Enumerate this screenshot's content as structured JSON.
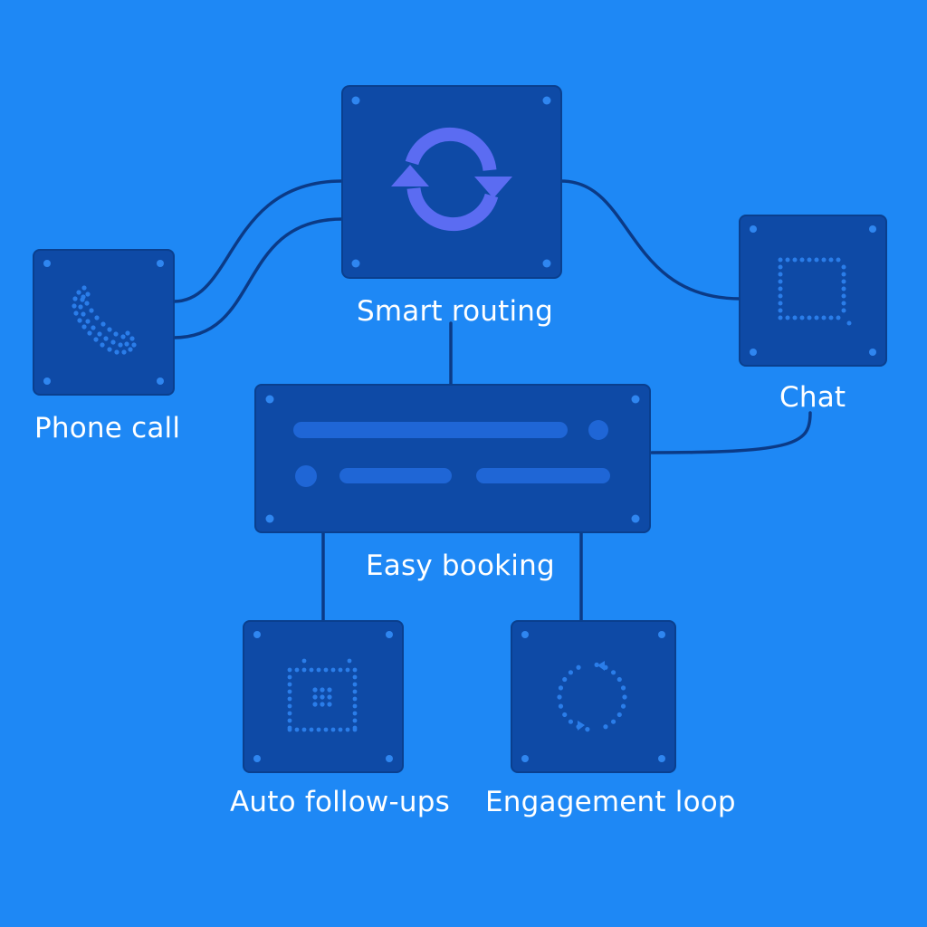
{
  "nodes": {
    "smart_routing": {
      "label": "Smart routing",
      "icon": "sync-arrows-icon"
    },
    "phone_call": {
      "label": "Phone call",
      "icon": "phone-icon"
    },
    "chat": {
      "label": "Chat",
      "icon": "chat-square-icon"
    },
    "easy_booking": {
      "label": "Easy booking",
      "icon": "booking-panel"
    },
    "auto_follow_ups": {
      "label": "Auto follow-ups",
      "icon": "calendar-icon"
    },
    "engagement_loop": {
      "label": "Engagement loop",
      "icon": "loop-icon"
    }
  },
  "colors": {
    "background": "#1e88f5",
    "panel": "#0e4aa6",
    "wire": "#0b3a86",
    "accent_icon": "#5b6cf2",
    "dots": "#2a7de9",
    "label": "#ffffff"
  }
}
